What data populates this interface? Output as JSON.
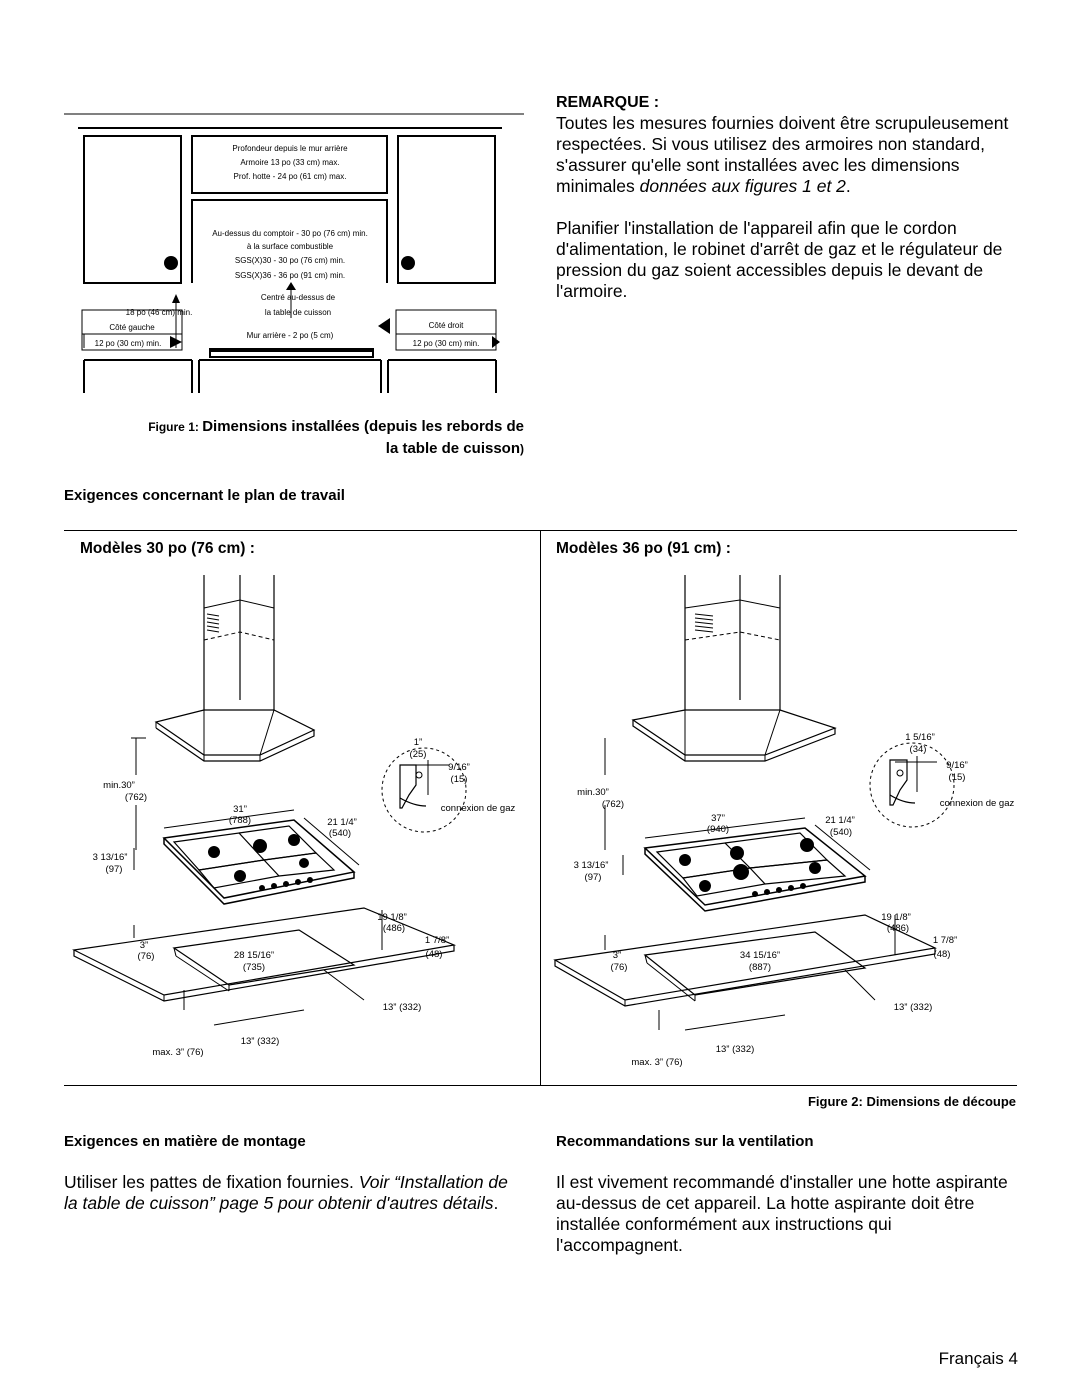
{
  "figure1": {
    "caption_prefix": "Figure 1",
    "caption_text": "Dimensions installées (depuis les rebords de",
    "caption_text_2": "la table de cuisson",
    "labels": {
      "depth_title": "Profondeur depuis le mur arrière",
      "cabinet": "Armoire 13 po (33 cm) max.",
      "hood": "Prof. hotte - 24 po (61 cm) max.",
      "above_counter": "Au-dessus du comptoir - 30 po (76 cm) min.",
      "combustible": "à la surface combustible",
      "sgs30": "SGS(X)30 - 30 po (76 cm) min.",
      "sgs36": "SGS(X)36 - 36 po (91 cm) min.",
      "centered": "Centré au-dessus de",
      "centered_2": "la table de cuisson",
      "back_wall": "Mur arrière - 2 po (5 cm)",
      "eighteen": "18 po (46 cm) min.",
      "left_side": "Côté gauche",
      "left_twelve": "12 po (30 cm) min.",
      "right_side": "Côté droit",
      "right_twelve": "12 po (30 cm) min."
    }
  },
  "remarque": {
    "title": "REMARQUE :",
    "p1_lines": [
      "Toutes les mesures fournies doivent être scrupuleusement",
      "respectées. Si vous utilisez des armoires non standard,",
      "s'assurer qu'elle sont installées avec les dimensions"
    ],
    "p1_last_plain": "minimales ",
    "p1_last_italic": "données aux figures 1 et 2",
    "p1_last_end": ".",
    "p2_lines": [
      "Planifier l'installation de l'appareil afin que le cordon",
      "d'alimentation, le robinet d'arrêt de gaz et le régulateur de",
      "pression du gaz soient accessibles depuis le devant de",
      "l'armoire."
    ]
  },
  "countertop_heading": "Exigences concernant le plan de travail",
  "models30": {
    "title": "Modèles 30 po (76 cm) :",
    "min30": "min.30”",
    "min30_mm": "(762)",
    "width": "31”",
    "width_mm": "(788)",
    "depth": "21 1/4”",
    "depth_mm": "(540)",
    "height": "3 13/16”",
    "height_mm": "(97)",
    "cut_w": "28 15/16”",
    "cut_w_mm": "(735)",
    "cut_d": "19 1/8”",
    "cut_d_mm": "(486)",
    "front": "3”",
    "front_mm": "(76)",
    "side": "1 7/8”",
    "side_mm": "(48)",
    "thirteen": "13” (332)",
    "thirteen_b": "13” (332)",
    "max3": "max. 3” (76)",
    "gas_top": "1”",
    "gas_top_mm": "(25)",
    "gas_side": "9/16”",
    "gas_side_mm": "(15)",
    "gas_label": "connexion de gaz"
  },
  "models36": {
    "title": "Modèles 36 po (91 cm) :",
    "min30": "min.30”",
    "min30_mm": "(762)",
    "width": "37”",
    "width_mm": "(940)",
    "depth": "21 1/4”",
    "depth_mm": "(540)",
    "height": "3 13/16”",
    "height_mm": "(97)",
    "cut_w": "34 15/16”",
    "cut_w_mm": "(887)",
    "cut_d": "19 1/8”",
    "cut_d_mm": "(486)",
    "front": "3”",
    "front_mm": "(76)",
    "side": "1 7/8”",
    "side_mm": "(48)",
    "thirteen": "13” (332)",
    "thirteen_b": "13” (332)",
    "max3": "max. 3” (76)",
    "gas_top": "1 5/16”",
    "gas_top_mm": "(34)",
    "gas_side": "9/16”",
    "gas_side_mm": "(15)",
    "gas_label": "connexion de gaz"
  },
  "figure2_caption": "Figure 2: Dimensions de découpe",
  "mounting": {
    "heading": "Exigences en matière de montage",
    "line1_plain": "Utiliser les pattes de fixation fournies. ",
    "line1_italic": "Voir “Installation de",
    "line2_italic": "la table de cuisson” page 5 pour obtenir d'autres détails",
    "line2_end": "."
  },
  "ventilation": {
    "heading": "Recommandations sur la ventilation",
    "lines": [
      "Il est vivement recommandé d'installer une hotte aspirante",
      "au-dessus de cet appareil. La hotte aspirante doit être",
      "installée conformément aux instructions qui",
      "l'accompagnent."
    ]
  },
  "footer": "Français 4"
}
